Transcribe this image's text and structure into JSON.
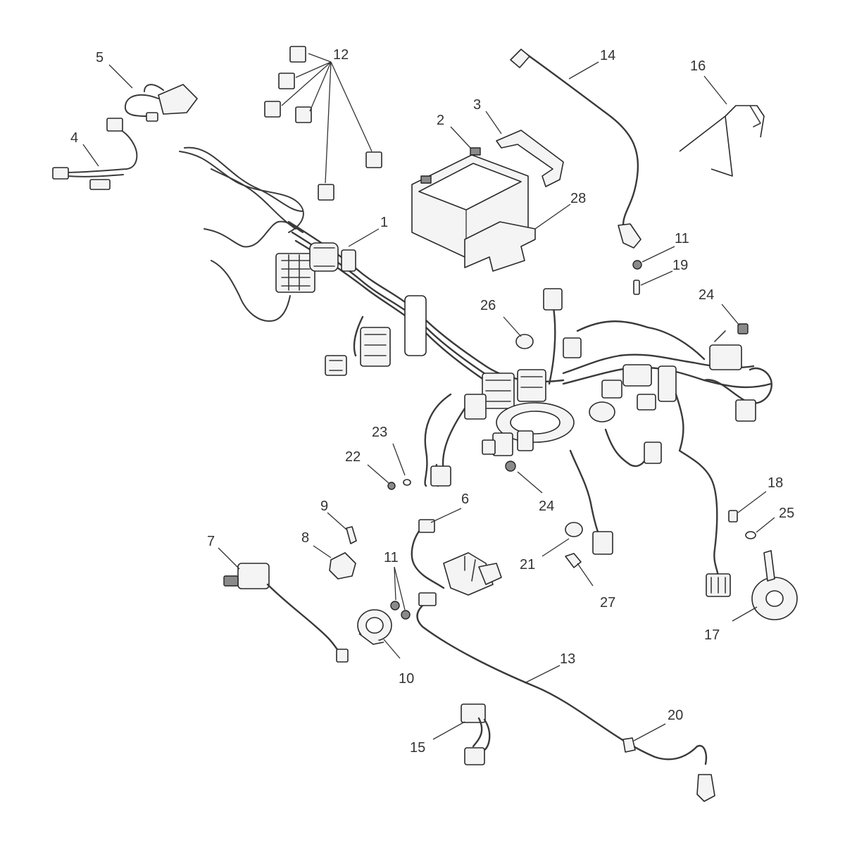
{
  "diagram": {
    "type": "exploded-parts-diagram",
    "line_color": "#333333",
    "part_fill": "#f4f4f4",
    "callouts": [
      "1",
      "2",
      "3",
      "4",
      "5",
      "6",
      "7",
      "8",
      "9",
      "10",
      "11",
      "11",
      "12",
      "13",
      "14",
      "15",
      "16",
      "17",
      "18",
      "19",
      "20",
      "21",
      "22",
      "23",
      "24",
      "24",
      "25",
      "26",
      "27",
      "28"
    ]
  }
}
